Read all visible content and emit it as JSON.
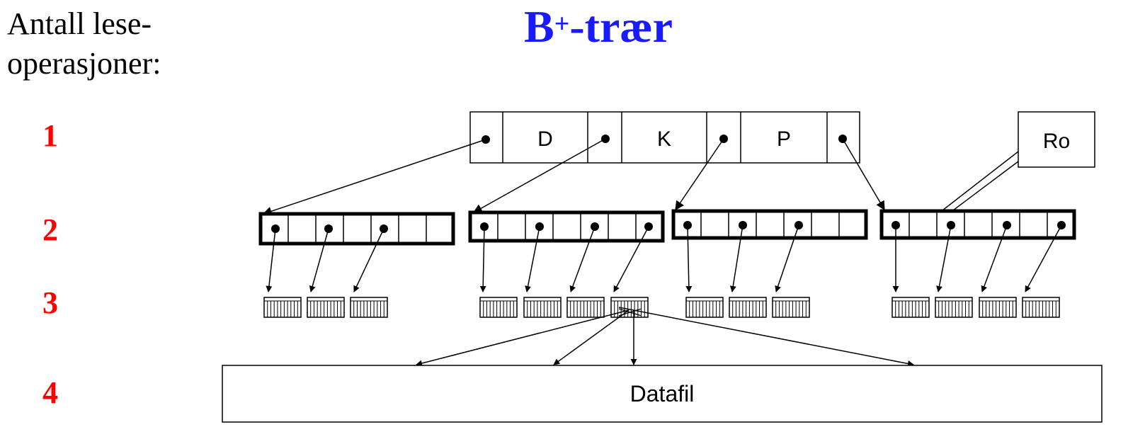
{
  "side_heading": {
    "line1": "Antall lese-",
    "line2": "operasjoner:"
  },
  "title": {
    "main": "B",
    "sup": "+",
    "rest": "-trær"
  },
  "levels": [
    "1",
    "2",
    "3",
    "4"
  ],
  "root": {
    "keys": [
      "D",
      "K",
      "P"
    ]
  },
  "callout": "Ro",
  "datafile": "Datafil",
  "colors": {
    "title": "#1a1aff",
    "levels": "#ff0000"
  }
}
